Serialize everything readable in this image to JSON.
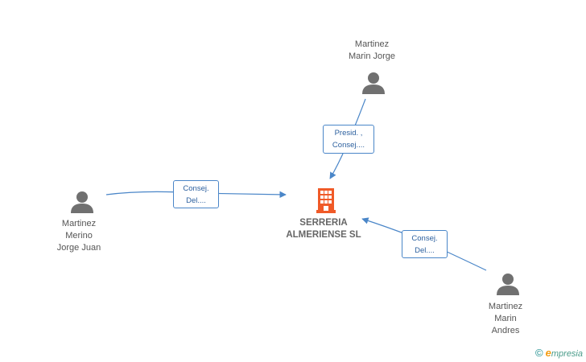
{
  "company": {
    "name_line1": "SERRERIA",
    "name_line2": "ALMERIENSE SL",
    "color": "#f05a28"
  },
  "people": [
    {
      "id": "marin-jorge",
      "lines": [
        "Martinez",
        "Marin Jorge"
      ],
      "role": [
        "Presid. ,",
        "Consej...."
      ]
    },
    {
      "id": "merino-jorge-juan",
      "lines": [
        "Martinez",
        "Merino",
        "Jorge Juan"
      ],
      "role": [
        "Consej.",
        "Del...."
      ]
    },
    {
      "id": "marin-andres",
      "lines": [
        "Martinez",
        "Marin",
        "Andres"
      ],
      "role": [
        "Consej.",
        "Del...."
      ]
    }
  ],
  "colors": {
    "link": "#4a86c8",
    "person_icon": "#707070",
    "text": "#555555"
  },
  "watermark": {
    "copyright": "©",
    "brand_e": "e",
    "brand_rest": "mpresia"
  }
}
